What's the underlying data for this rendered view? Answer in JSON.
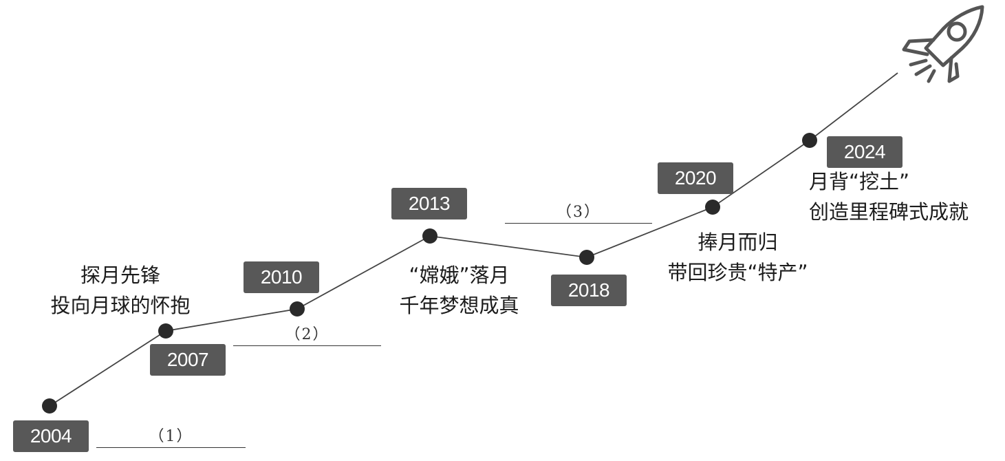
{
  "milestones": [
    {
      "year": "2004"
    },
    {
      "year": "2007",
      "caption": [
        "探月先锋",
        "投向月球的怀抱"
      ]
    },
    {
      "year": "2010"
    },
    {
      "year": "2013",
      "caption": [
        "“嫦娥”落月",
        "千年梦想成真"
      ]
    },
    {
      "year": "2018"
    },
    {
      "year": "2020",
      "caption": [
        "捧月而归",
        "带回珍贵“特产”"
      ]
    },
    {
      "year": "2024",
      "caption": [
        "月背“挖土”",
        "创造里程碑式成就"
      ]
    }
  ],
  "blanks": [
    {
      "label": "（1）"
    },
    {
      "label": "（2）"
    },
    {
      "label": "（3）"
    }
  ],
  "colors": {
    "badge": "#585858",
    "badge_text": "#ffffff",
    "line": "#444444",
    "dot": "#2a2a2a",
    "icon": "#555555"
  },
  "icons": {
    "end_marker": "rocket-icon"
  }
}
